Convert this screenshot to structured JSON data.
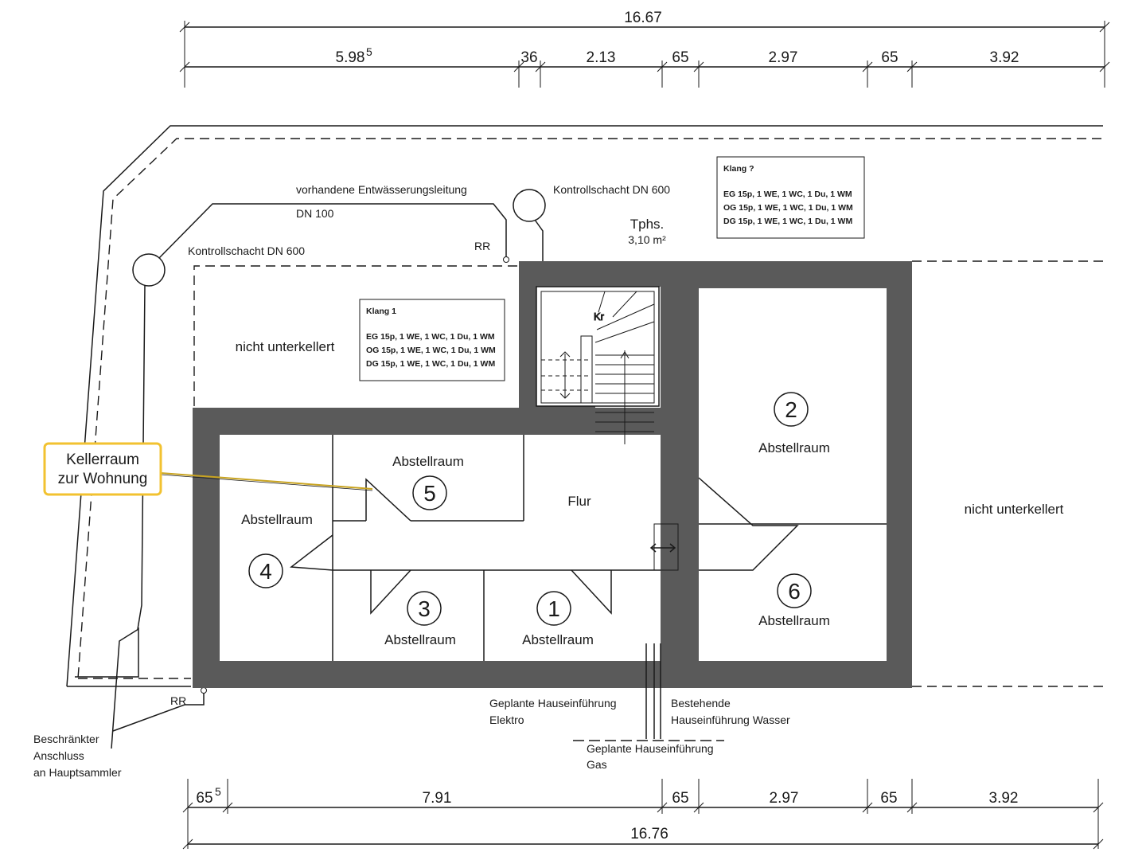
{
  "dimensions": {
    "top_total": "16.67",
    "top_segments": [
      "5.98",
      "36",
      "2.13",
      "65",
      "2.97",
      "65",
      "3.92"
    ],
    "top_superscript": "5",
    "bottom_total": "16.76",
    "bottom_segments": [
      "65",
      "7.91",
      "65",
      "2.97",
      "65",
      "3.92"
    ],
    "bottom_superscript": "5"
  },
  "labels": {
    "drain_line": "vorhandene Entwässerungsleitung",
    "drain_dn": "DN 100",
    "shaft_right": "Kontrollschacht DN 600",
    "shaft_left": "Kontrollschacht DN 600",
    "rr_top": "RR",
    "rr_bottom": "RR",
    "tphs": "Tphs.",
    "tphs_area": "3,10 m²",
    "not_basement_left": "nicht unterkellert",
    "not_basement_right": "nicht unterkellert",
    "flur": "Flur",
    "power_line1": "Geplante Hauseinführung",
    "power_line2": "Elektro",
    "water_line1": "Bestehende",
    "water_line2": "Hauseinführung Wasser",
    "gas_line1": "Geplante Hauseinführung",
    "gas_line2": "Gas",
    "sewer_line1": "Beschränkter",
    "sewer_line2": "Anschluss",
    "sewer_line3": "an Hauptsammler",
    "callout_line1": "Kellerraum",
    "callout_line2": "zur Wohnung"
  },
  "rooms": [
    {
      "number": "1",
      "label": "Abstellraum"
    },
    {
      "number": "2",
      "label": "Abstellraum"
    },
    {
      "number": "3",
      "label": "Abstellraum"
    },
    {
      "number": "4",
      "label": "Abstellraum"
    },
    {
      "number": "5",
      "label": "Abstellraum"
    },
    {
      "number": "6",
      "label": "Abstellraum"
    }
  ],
  "boxes": {
    "klang1": {
      "title": "Klang 1",
      "lines": [
        "EG 15p, 1 WE, 1 WC, 1 Du, 1 WM",
        "OG 15p, 1 WE, 1 WC, 1 Du, 1 WM",
        "DG 15p, 1 WE, 1 WC, 1 Du, 1 WM"
      ]
    },
    "klang2": {
      "title": "Klang ?",
      "lines": [
        "EG 15p, 1 WE, 1 WC, 1 Du, 1 WM",
        "OG 15p, 1 WE, 1 WC, 1 Du, 1 WM",
        "DG 15p, 1 WE, 1 WC, 1 Du, 1 WM"
      ]
    }
  },
  "colors": {
    "wall": "#5a5a5a",
    "highlight": "#f5e35a",
    "callout_border": "#f2c230",
    "ink": "#1a1a1a"
  }
}
